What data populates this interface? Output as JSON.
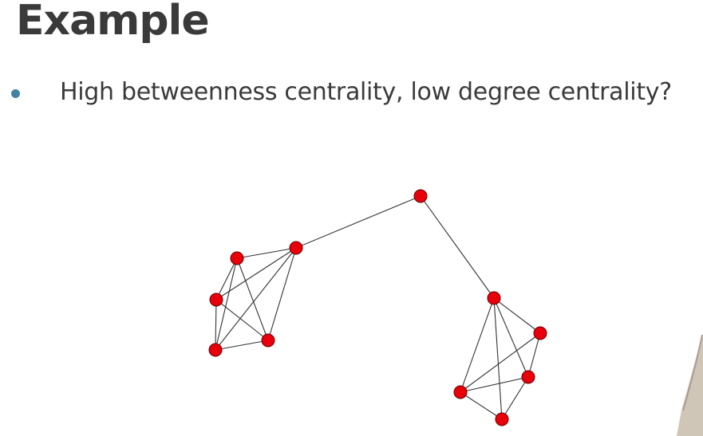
{
  "slide": {
    "title": "Example",
    "bullet": "High betweenness centrality, low degree centrality?"
  },
  "network": {
    "node_color": "#e8000b",
    "node_stroke": "#6a0000",
    "edge_color": "#333333",
    "nodes": [
      "bridge",
      "a1",
      "a2",
      "a3",
      "a4",
      "a5",
      "b1",
      "b2",
      "b3",
      "b4",
      "b5"
    ],
    "edges": [
      [
        "bridge",
        "a1"
      ],
      [
        "bridge",
        "b1"
      ],
      [
        "a1",
        "a2"
      ],
      [
        "a1",
        "a3"
      ],
      [
        "a1",
        "a4"
      ],
      [
        "a1",
        "a5"
      ],
      [
        "a2",
        "a3"
      ],
      [
        "a2",
        "a4"
      ],
      [
        "a2",
        "a5"
      ],
      [
        "a3",
        "a4"
      ],
      [
        "a3",
        "a5"
      ],
      [
        "a4",
        "a5"
      ],
      [
        "b1",
        "b2"
      ],
      [
        "b1",
        "b3"
      ],
      [
        "b1",
        "b4"
      ],
      [
        "b1",
        "b5"
      ],
      [
        "b2",
        "b3"
      ],
      [
        "b2",
        "b4"
      ],
      [
        "b3",
        "b4"
      ],
      [
        "b3",
        "b5"
      ],
      [
        "b4",
        "b5"
      ]
    ]
  }
}
